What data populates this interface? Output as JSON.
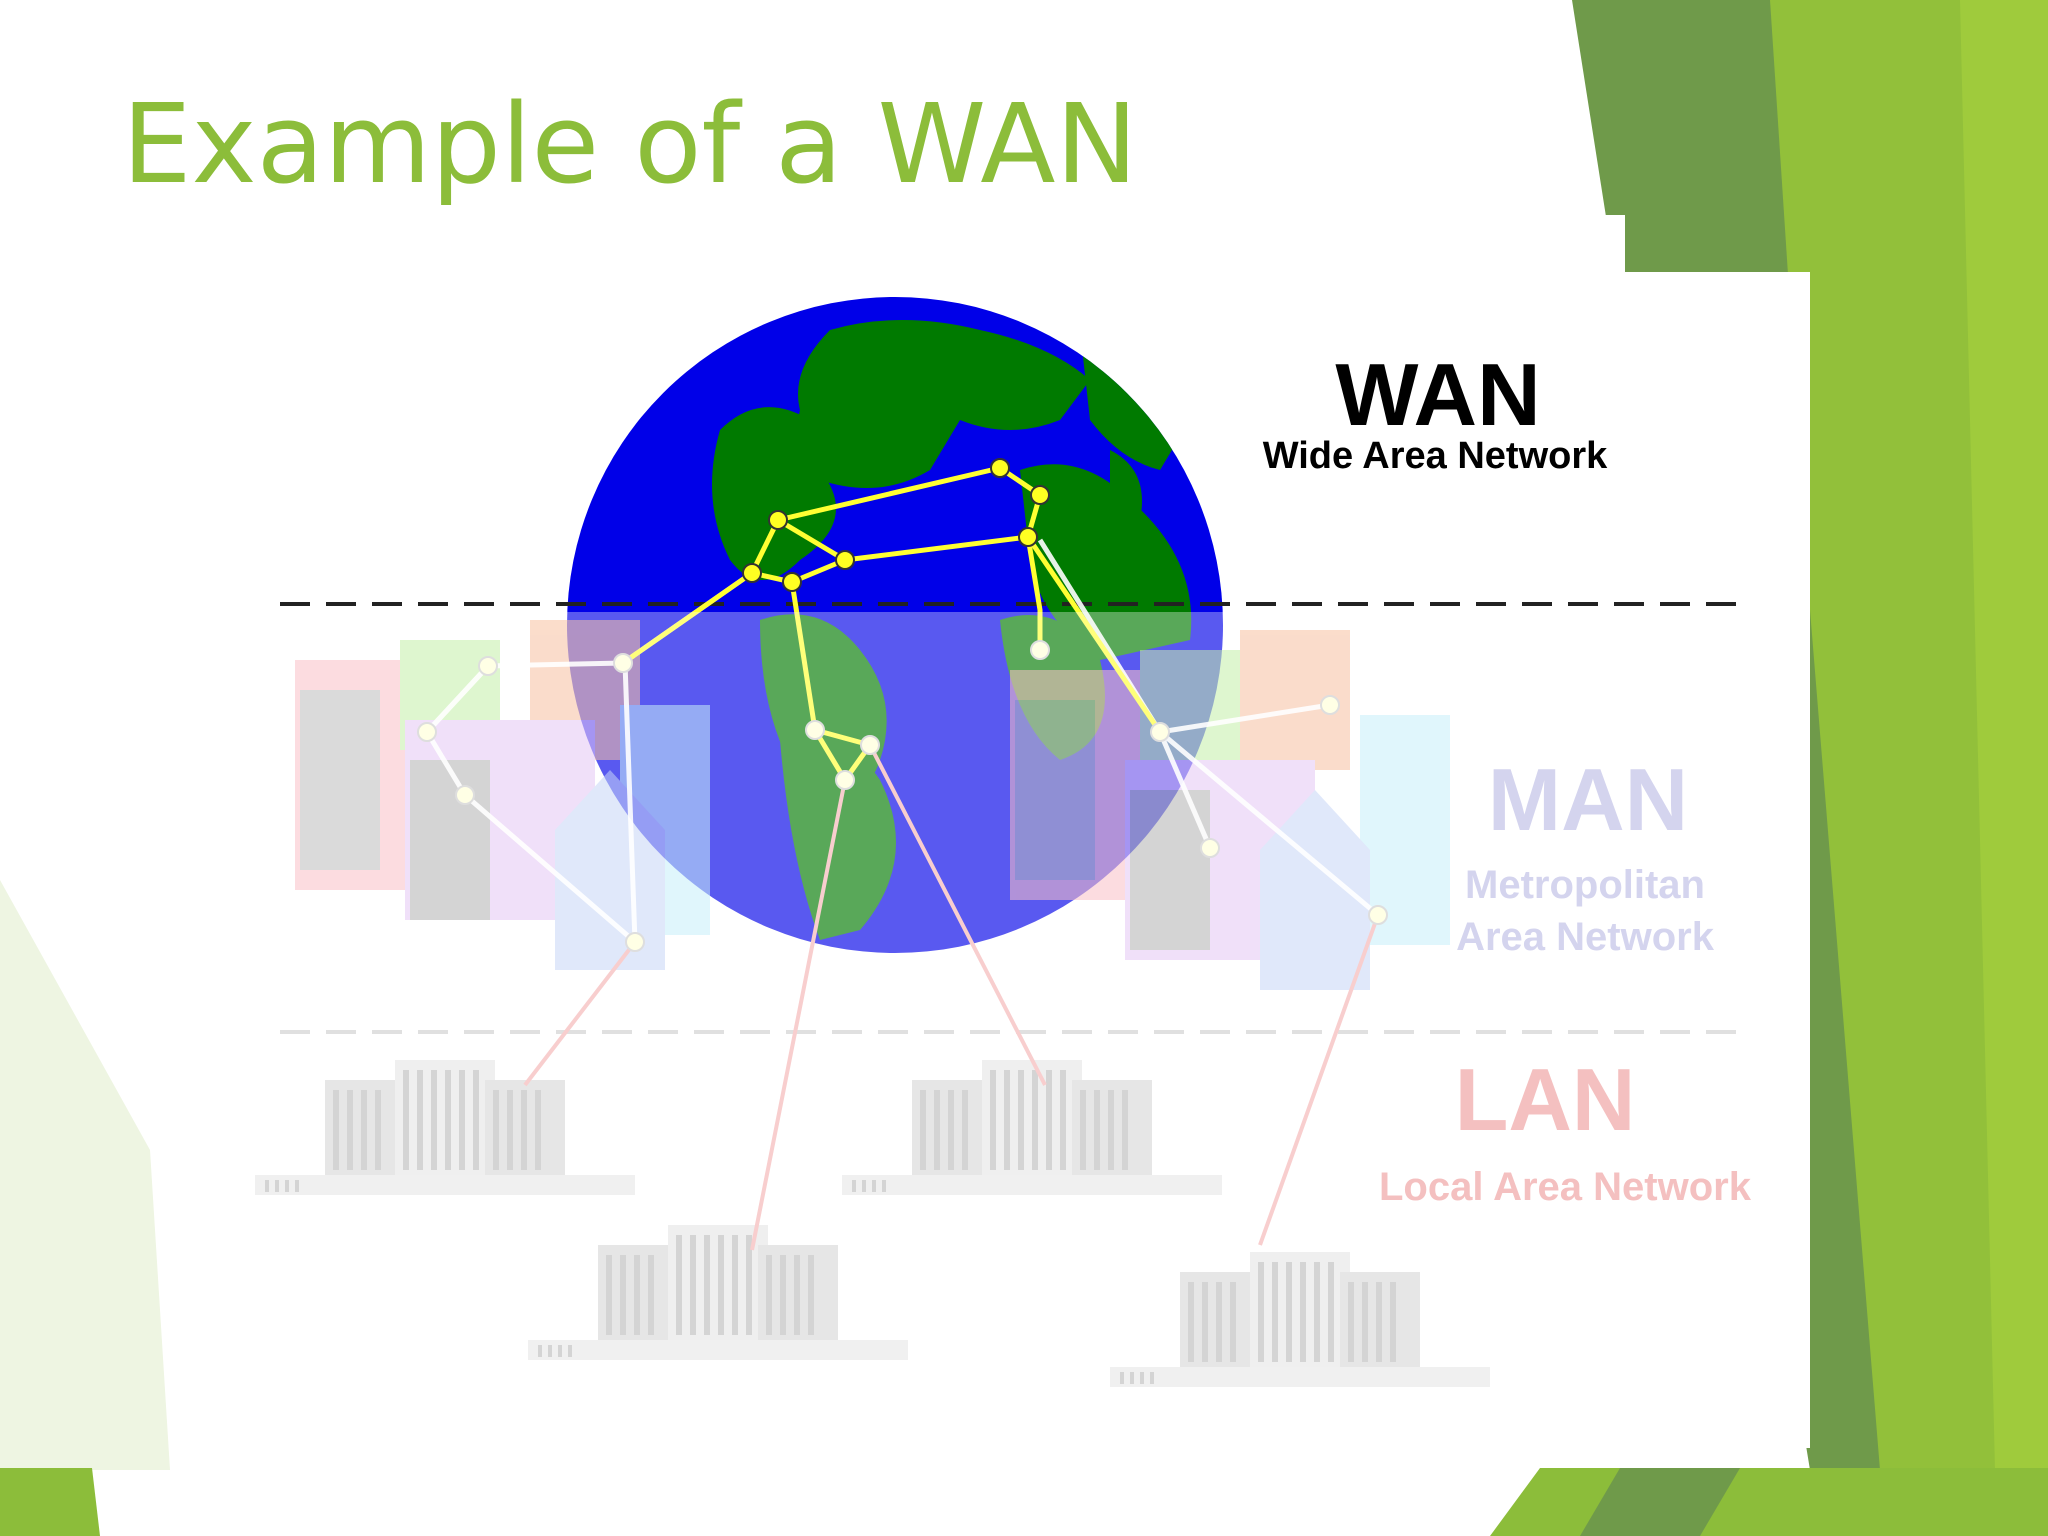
{
  "slide": {
    "title": "Example of a WAN"
  },
  "diagram": {
    "wan": {
      "label": "WAN",
      "full_name": "Wide Area Network"
    },
    "man": {
      "label": "MAN",
      "full_name_line1": "Metropolitan",
      "full_name_line2": "Area Network"
    },
    "lan": {
      "label": "LAN",
      "full_name": "Local Area Network"
    }
  },
  "colors": {
    "title_green": "#8cbd3a",
    "theme_dark_green": "#6f9a4a",
    "theme_light_green": "#94c13a",
    "ocean_blue": "#0000e8",
    "land_green": "#007a00",
    "wan_link_yellow": "#ffff33",
    "man_label_lavender": "#d4d4ee",
    "lan_label_pink": "#f4c0c0"
  }
}
